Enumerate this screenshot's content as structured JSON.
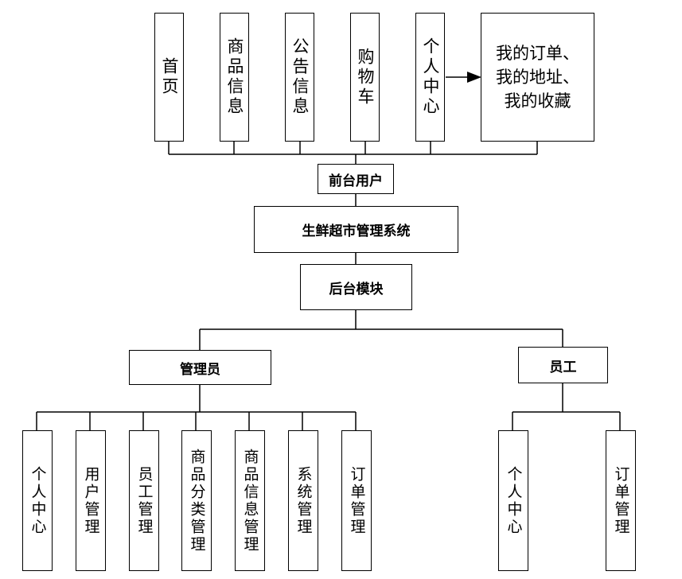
{
  "top_nodes": {
    "home": "首页",
    "product_info": "商品信息",
    "announcement": "公告信息",
    "cart": "购物车",
    "personal_center": "个人中心",
    "personal_sub": "我的订单、\n我的地址、\n 我的收藏"
  },
  "front_user": "前台用户",
  "system": "生鲜超市管理系统",
  "backend": "后台模块",
  "admin": {
    "label": "管理员",
    "children": [
      "个人中心",
      "用户管理",
      "员工管理",
      "商品分类管理",
      "商品信息管理",
      "系统管理",
      "订单管理"
    ]
  },
  "employee": {
    "label": "员工",
    "children": [
      "个人中心",
      "订单管理"
    ]
  }
}
